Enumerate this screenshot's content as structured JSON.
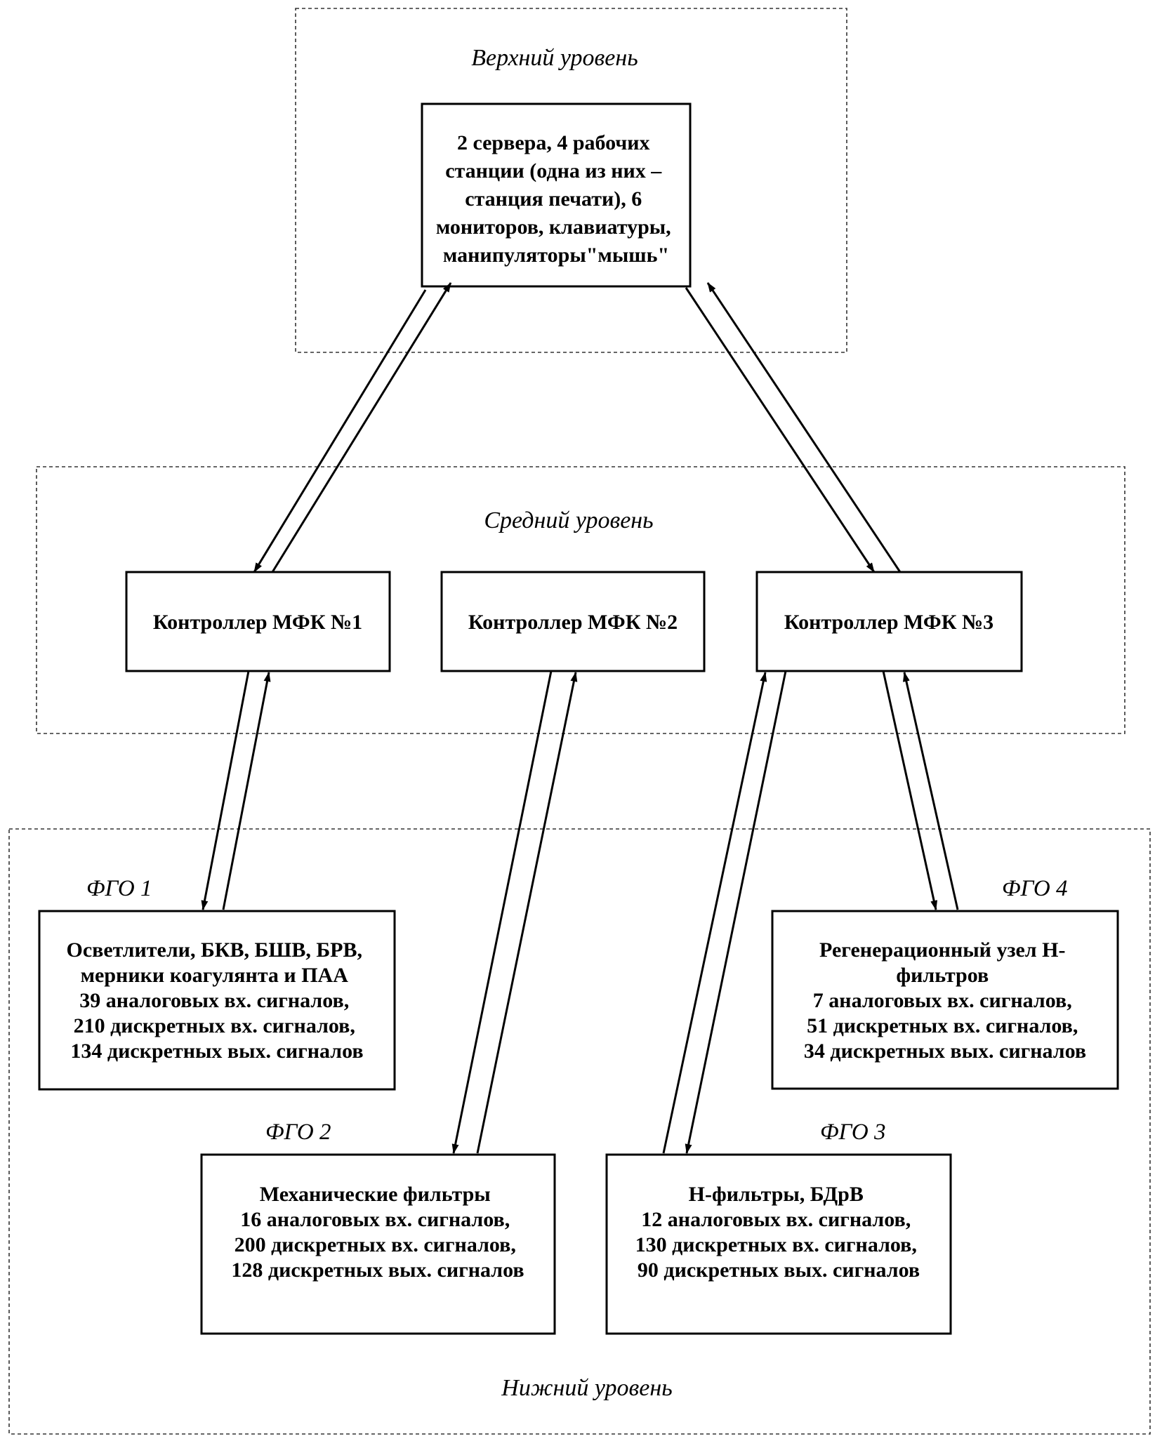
{
  "levels": {
    "top": "Верхний уровень",
    "middle": "Средний уровень",
    "bottom": "Нижний уровень"
  },
  "servers": {
    "lines": [
      "2 сервера, 4 рабочих",
      "станции (одна из них –",
      "станция печати), 6",
      "мониторов, клавиатуры,",
      "манипуляторы\"мышь\""
    ]
  },
  "controllers": [
    {
      "label": "Контроллер МФК №1"
    },
    {
      "label": "Контроллер МФК №2"
    },
    {
      "label": "Контроллер МФК №3"
    }
  ],
  "groups": [
    {
      "label": "ФГО 1",
      "lines": [
        "Осветлители, БКВ, БШВ, БРВ,",
        "мерники коагулянта и ПАА",
        "39 аналоговых вх. сигналов,",
        "210 дискретных вх. сигналов,",
        "134 дискретных вых. сигналов"
      ]
    },
    {
      "label": "ФГО 2",
      "lines": [
        "Механические фильтры",
        "16 аналоговых вх. сигналов,",
        "200 дискретных вх. сигналов,",
        "128 дискретных вых. сигналов"
      ]
    },
    {
      "label": "ФГО 3",
      "lines": [
        "Н-фильтры, БДрВ",
        "12 аналоговых вх. сигналов,",
        "130 дискретных вх. сигналов,",
        "90 дискретных вых. сигналов"
      ]
    },
    {
      "label": "ФГО 4",
      "lines": [
        "Регенерационный узел Н-",
        "фильтров",
        "7 аналоговых вх. сигналов,",
        "51 дискретных вх. сигналов,",
        "34 дискретных вых. сигналов"
      ]
    }
  ],
  "connections": [
    {
      "from": "servers",
      "to": "controller-1"
    },
    {
      "from": "servers",
      "to": "controller-3"
    },
    {
      "from": "controller-1",
      "to": "fgo-1"
    },
    {
      "from": "controller-2",
      "to": "fgo-2"
    },
    {
      "from": "controller-3",
      "to": "fgo-3"
    },
    {
      "from": "controller-3",
      "to": "fgo-4"
    }
  ]
}
